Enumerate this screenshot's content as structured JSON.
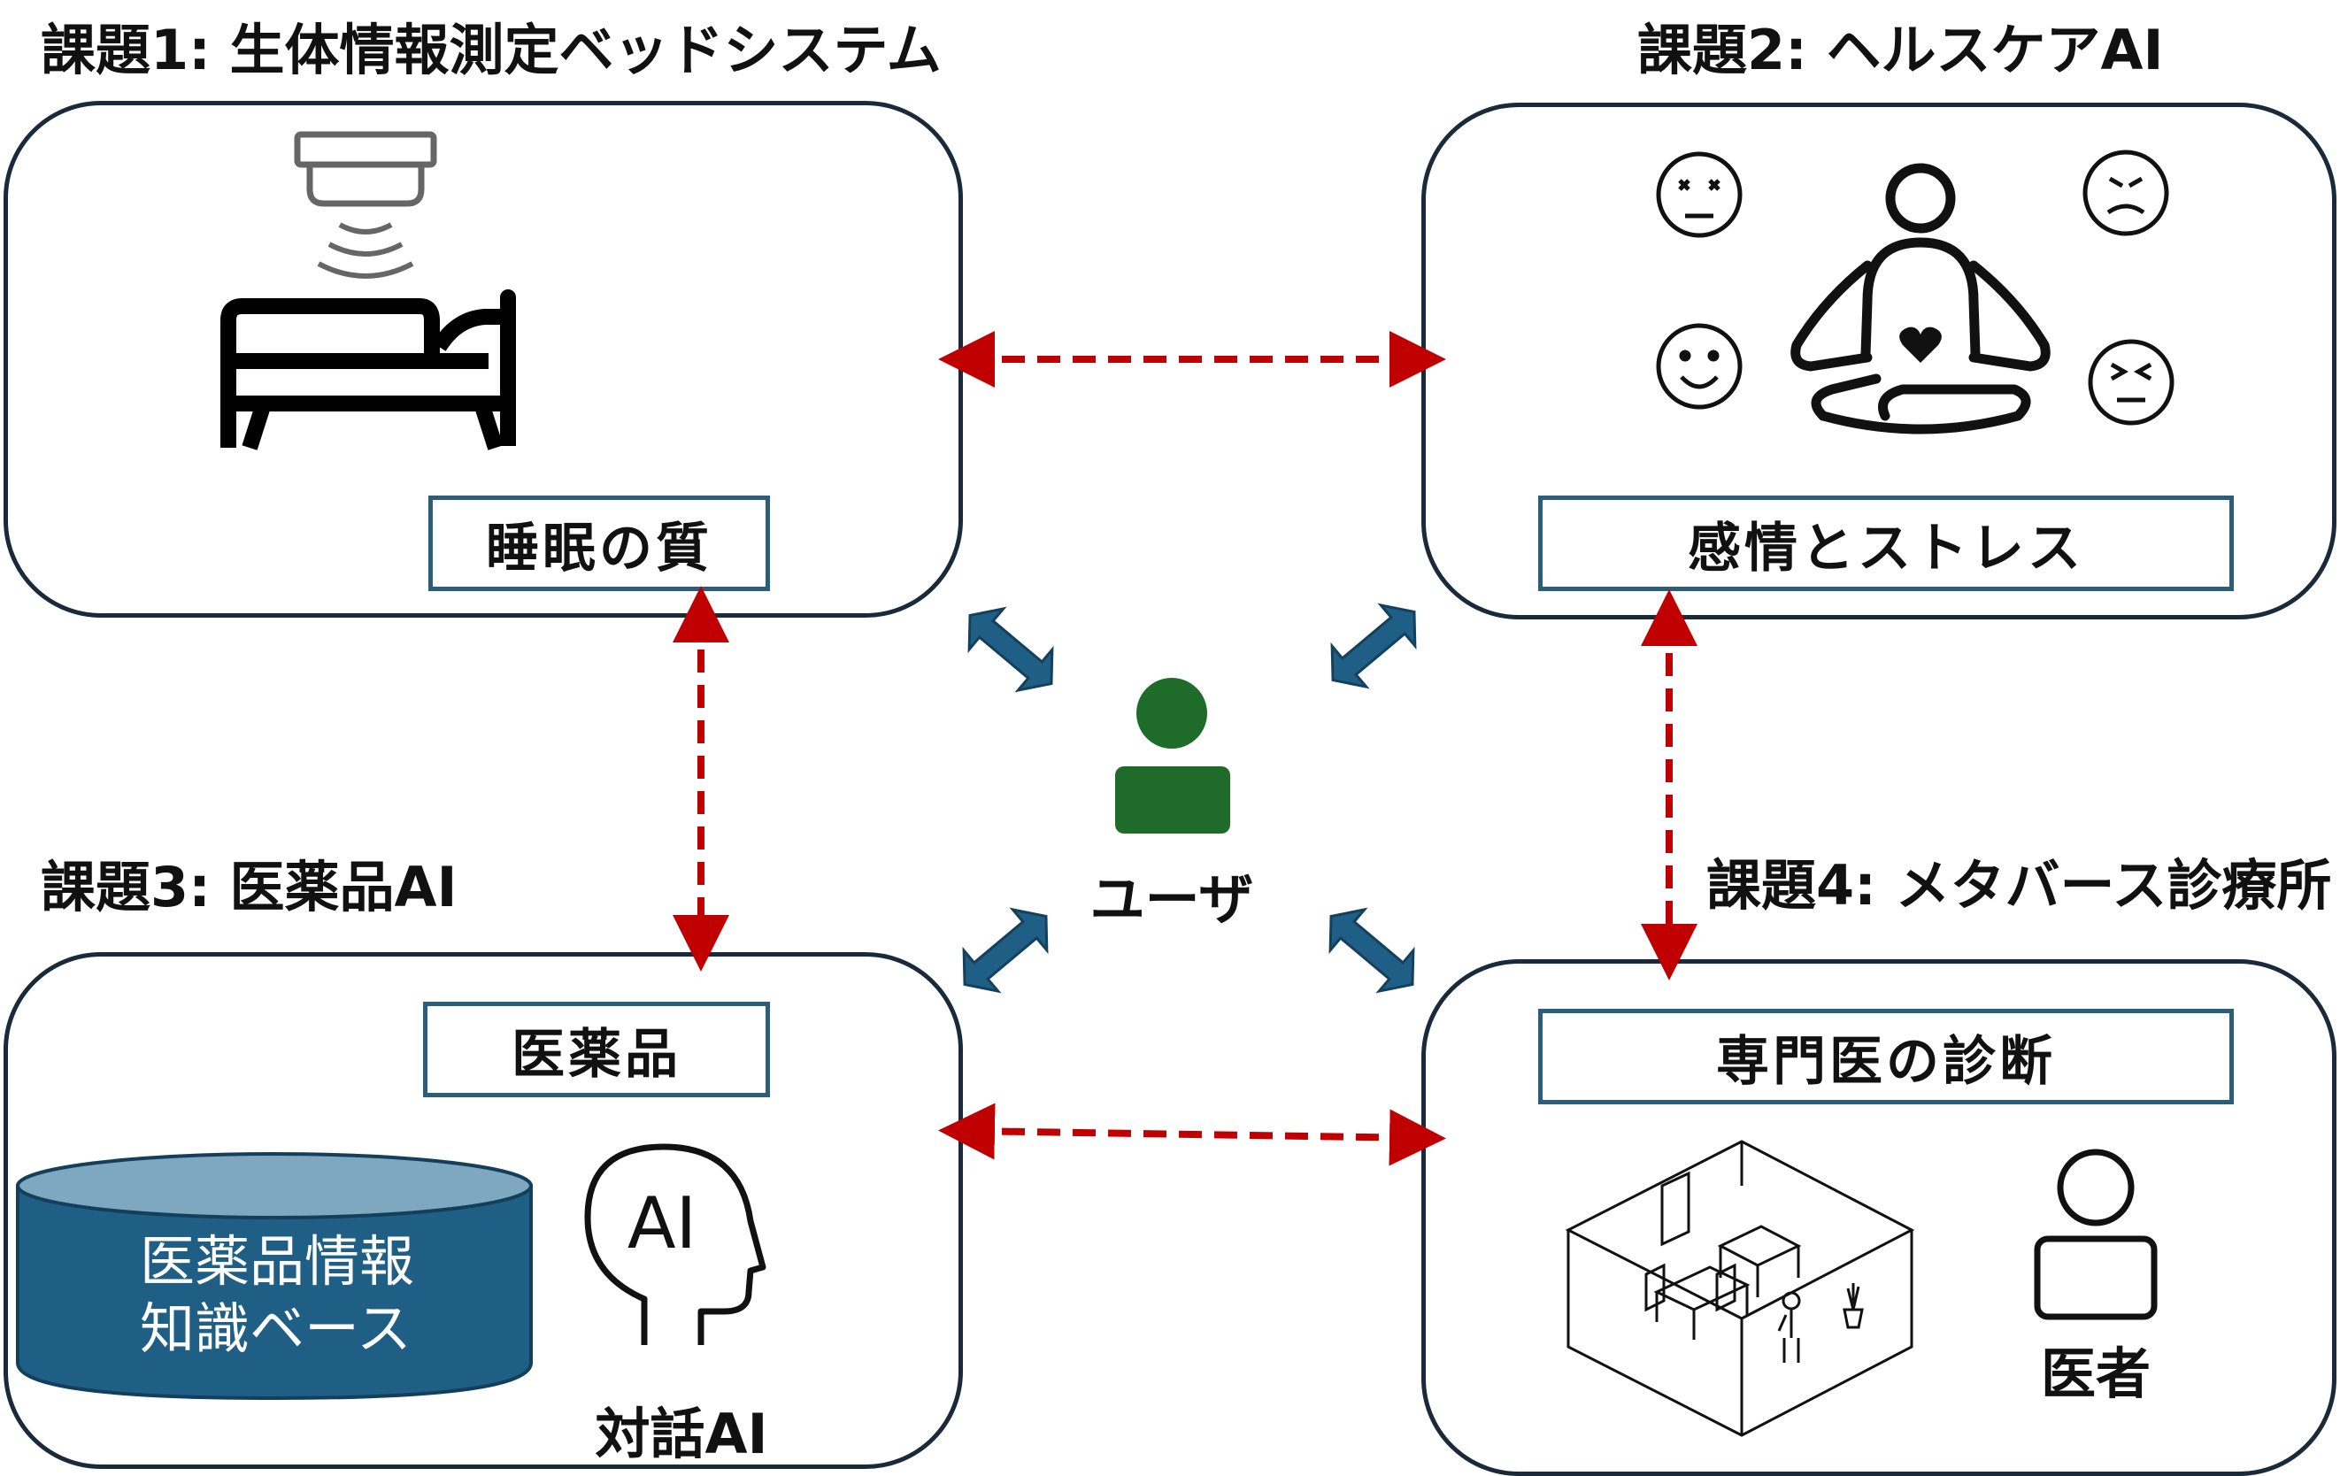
{
  "titles": {
    "t1": "課題1: 生体情報測定ベッドシステム",
    "t2": "課題2: ヘルスケアAI",
    "t3": "課題3: 医薬品AI",
    "t4": "課題4: メタバース診療所"
  },
  "labels": {
    "sleep": "睡眠の質",
    "emotion": "感情とストレス",
    "medicine": "医薬品",
    "diagnosis": "専門医の診断"
  },
  "user_label": "ユーザ",
  "database": {
    "line1": "医薬品情報",
    "line2": "知識ベース"
  },
  "ai_head_text": "AI",
  "dialog_ai": "対話AI",
  "doctor": "医者",
  "colors": {
    "panel_border": "#1a2a3a",
    "label_border": "#2c5d7a",
    "dashed_arrow": "#c00000",
    "user_arrow": "#1f5f85",
    "user_icon": "#1e6b2a",
    "db_fill": "#1f5f85",
    "db_top": "#7ea8bf"
  }
}
